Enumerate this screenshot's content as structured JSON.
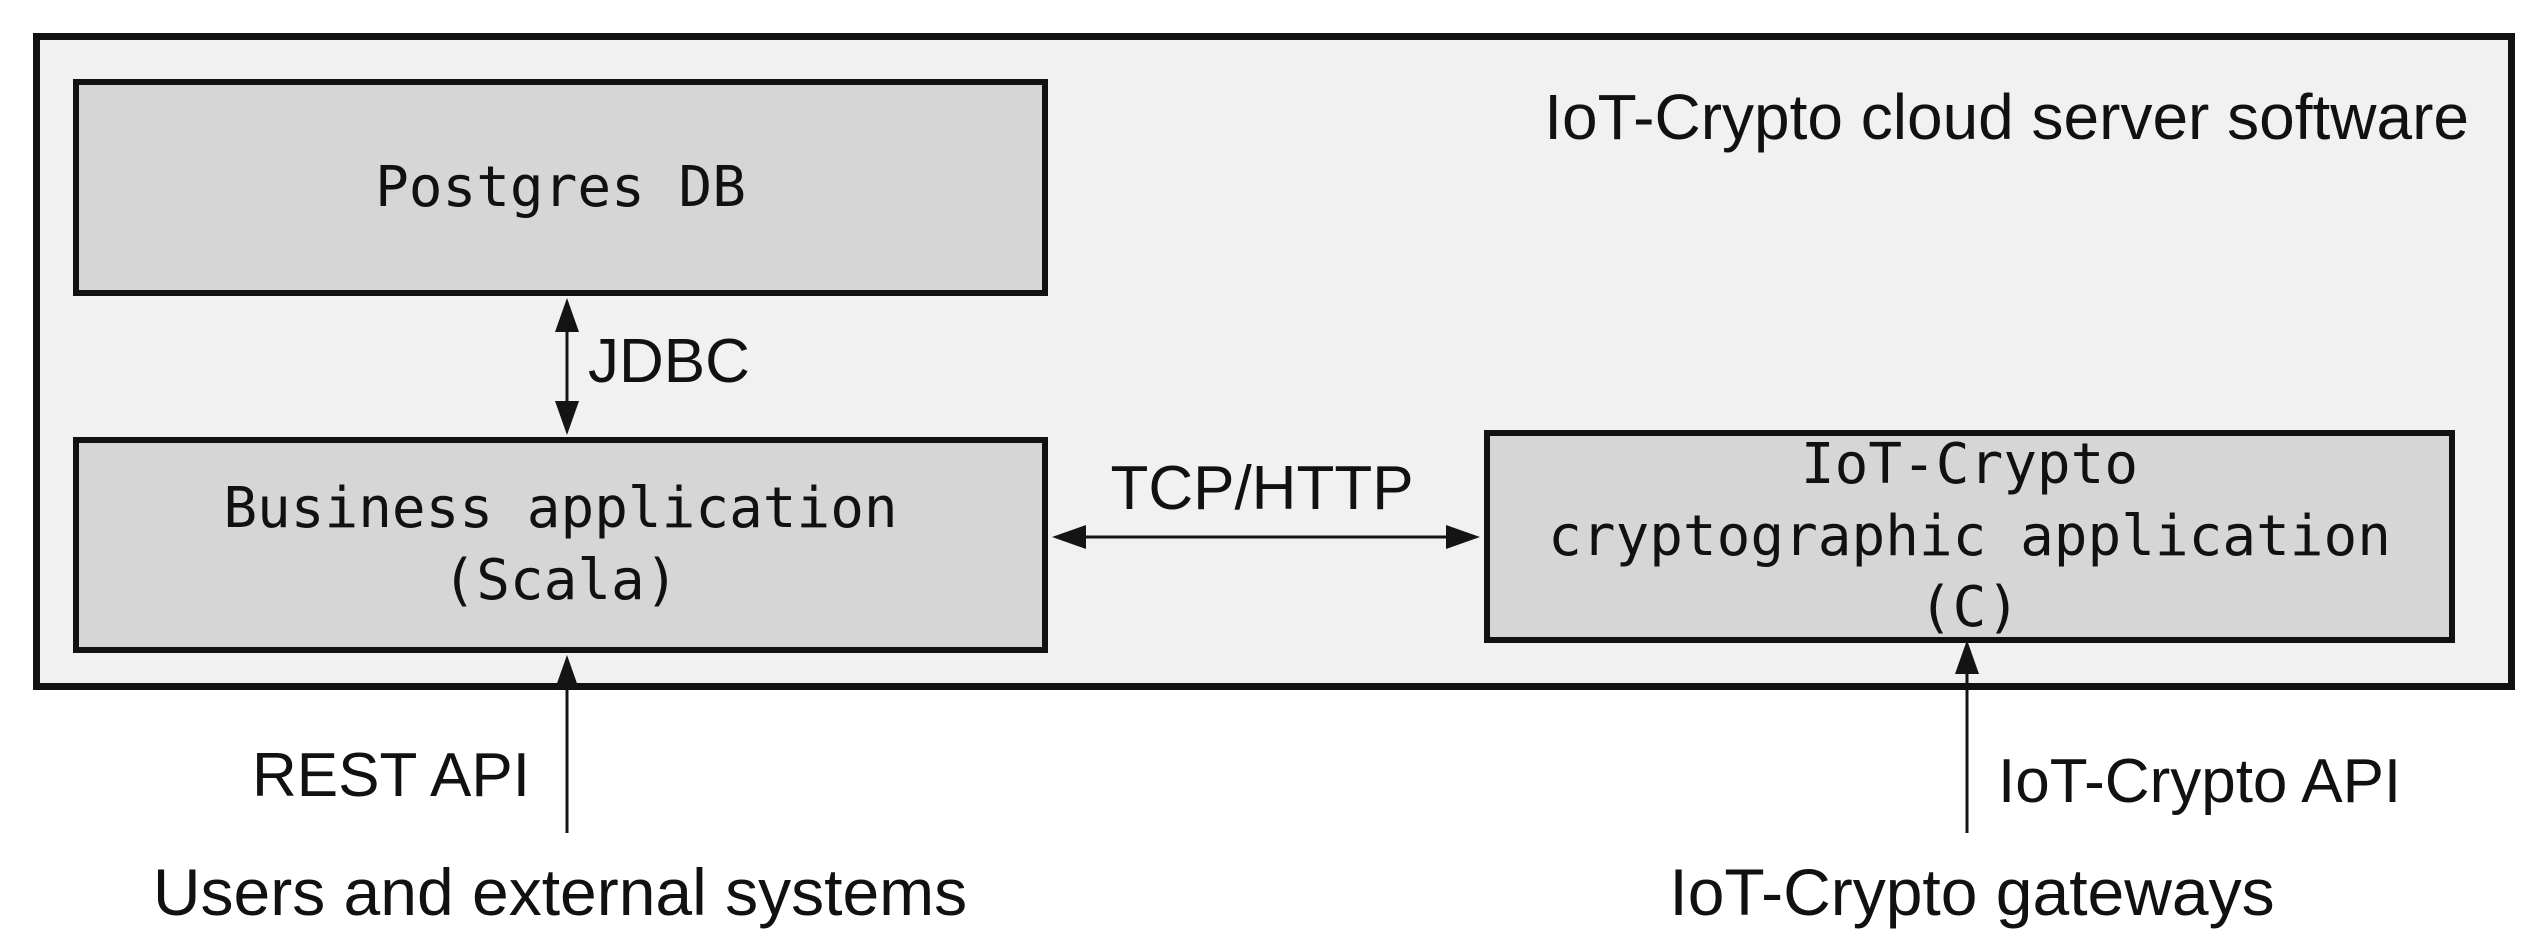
{
  "title": "IoT-Crypto cloud server software",
  "nodes": {
    "postgres": "Postgres DB",
    "business": "Business application\n(Scala)",
    "crypto": "IoT-Crypto\ncryptographic application\n(C)"
  },
  "connections": {
    "jdbc": {
      "label": "JDBC",
      "from": "Postgres DB",
      "to": "Business application (Scala)",
      "direction": "bidirectional"
    },
    "tcp_http": {
      "label": "TCP/HTTP",
      "from": "Business application (Scala)",
      "to": "IoT-Crypto cryptographic application (C)",
      "direction": "bidirectional"
    },
    "rest_api": {
      "label": "REST API",
      "from": "Users and external systems",
      "to": "Business application (Scala)",
      "direction": "inbound"
    },
    "iot_crypto_api": {
      "label": "IoT-Crypto API",
      "from": "IoT-Crypto gateways",
      "to": "IoT-Crypto cryptographic application (C)",
      "direction": "inbound"
    }
  },
  "externals": {
    "users": "Users and external systems",
    "gateways": "IoT-Crypto gateways"
  },
  "colors": {
    "background": "#ffffff",
    "outer_fill": "#f1f1f2",
    "node_fill": "#d6d6d6",
    "border": "#111111",
    "text": "#111111"
  }
}
